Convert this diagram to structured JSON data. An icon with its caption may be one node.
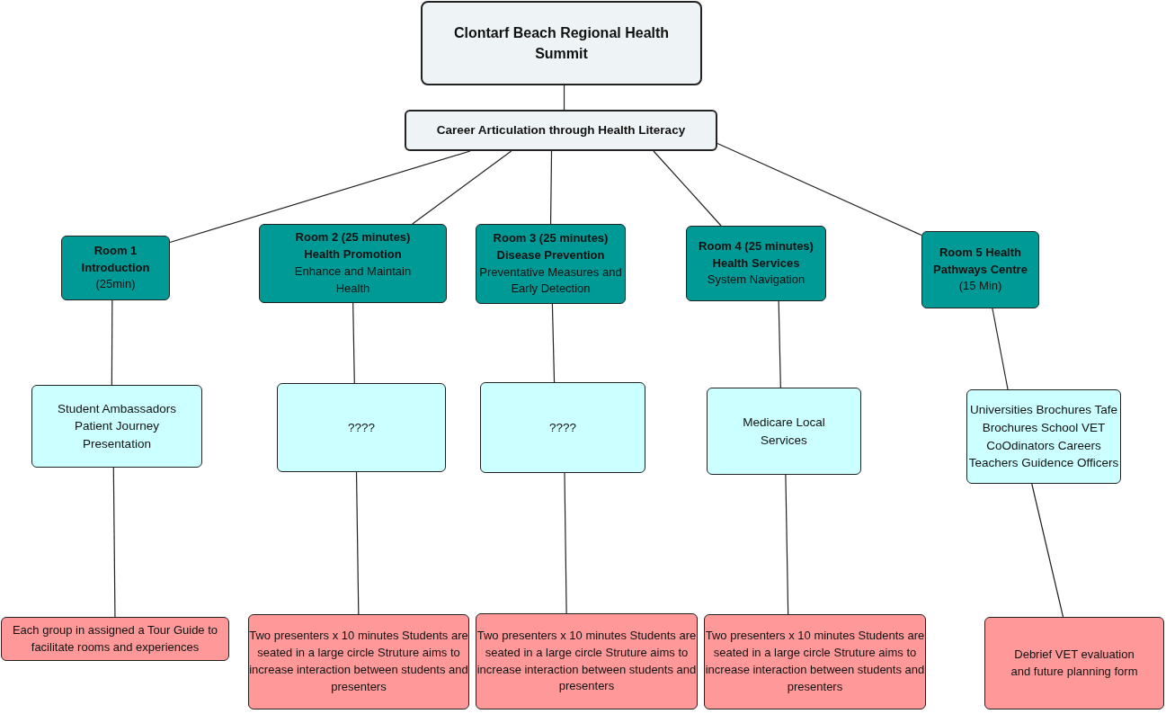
{
  "diagram": {
    "nodes": [
      {
        "text": [
          "Clontarf Beach Regional Health Summit"
        ]
      },
      {
        "text": [
          "Career Articulation through Health Literacy"
        ]
      },
      {
        "text": [
          "Room 1 Introduction",
          "(25min)"
        ]
      },
      {
        "text": [
          "Room 2 (25 minutes) Health Promotion",
          "Enhance and Maintain Health"
        ]
      },
      {
        "text": [
          "Room 3 (25 minutes) Disease Prevention",
          "Preventative Measures and Early Detection"
        ]
      },
      {
        "text": [
          "Room 4 (25 minutes) Health Services",
          "System Navigation"
        ]
      },
      {
        "text": [
          "Room 5 Health Pathways Centre",
          "(15 Min)"
        ]
      },
      {
        "text": [
          "Student Ambassadors Patient Journey Presentation"
        ]
      },
      {
        "text": [
          "????"
        ]
      },
      {
        "text": [
          "????"
        ]
      },
      {
        "text": [
          "Medicare Local Services"
        ]
      },
      {
        "text": [
          "Universities Brochures Tafe Brochures School VET CoOdinators Careers Teachers Guidence Officers"
        ]
      },
      {
        "text": [
          "Each group in assigned a Tour Guide to facilitate rooms and experiences"
        ]
      },
      {
        "text": [
          "Two presenters x 10 minutes Students are seated in a large circle Struture aims to increase interaction between students and presenters"
        ]
      },
      {
        "text": [
          "Two presenters x 10 minutes Students are seated in a large circle Struture aims to increase interaction between students and presenters"
        ]
      },
      {
        "text": [
          "Two presenters x 10 minutes Students are seated in a large circle Struture aims to increase interaction between students and presenters"
        ]
      },
      {
        "text": [
          "Debrief VET evaluation and future planning form"
        ]
      }
    ],
    "edges": [
      {
        "from": 0,
        "to": 1,
        "arrow": "none"
      },
      {
        "from": 1,
        "to": 2,
        "arrow": "none"
      },
      {
        "from": 1,
        "to": 3,
        "arrow": "none"
      },
      {
        "from": 1,
        "to": 4,
        "arrow": "none"
      },
      {
        "from": 1,
        "to": 5,
        "arrow": "none"
      },
      {
        "from": 1,
        "to": 6,
        "arrow": "none"
      },
      {
        "from": 2,
        "to": 7,
        "arrow": "none"
      },
      {
        "from": 3,
        "to": 8,
        "arrow": "none"
      },
      {
        "from": 4,
        "to": 9,
        "arrow": "none"
      },
      {
        "from": 5,
        "to": 10,
        "arrow": "none"
      },
      {
        "from": 6,
        "to": 11,
        "arrow": "none"
      },
      {
        "from": 7,
        "to": 12,
        "arrow": "none"
      },
      {
        "from": 8,
        "to": 13,
        "arrow": "none"
      },
      {
        "from": 9,
        "to": 14,
        "arrow": "none"
      },
      {
        "from": 10,
        "to": 15,
        "arrow": "none"
      },
      {
        "from": 11,
        "to": 16,
        "arrow": "none"
      }
    ]
  }
}
